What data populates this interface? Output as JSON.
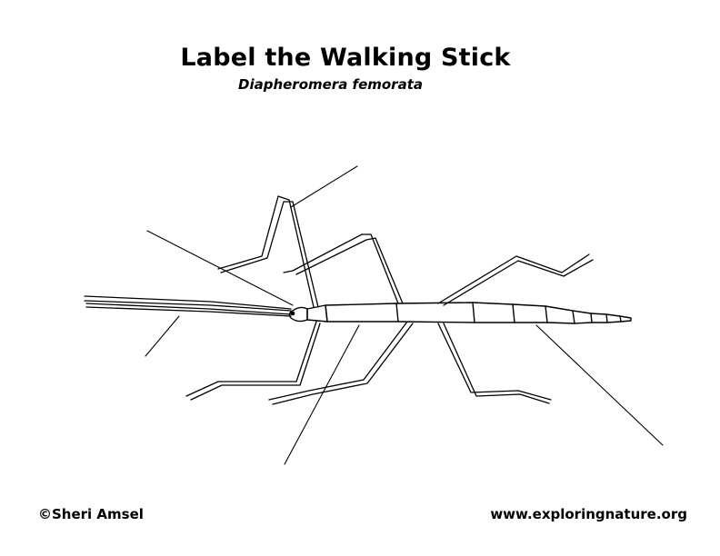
{
  "title": "Label the Walking Stick",
  "subtitle": "Diapheromera femorata",
  "copyright": "©Sheri Amsel",
  "website": "www.exploringnature.org",
  "colors": {
    "ink": "#000000",
    "background": "#ffffff"
  }
}
